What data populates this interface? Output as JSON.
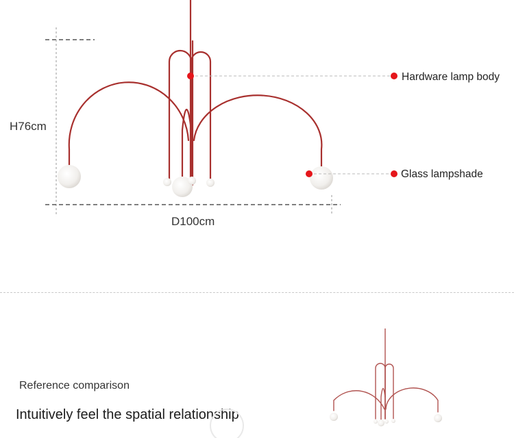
{
  "dimensions": {
    "height_label": "H76cm",
    "diameter_label": "D100cm"
  },
  "callouts": [
    {
      "label": "Hardware lamp body",
      "color": "#e5161b"
    },
    {
      "label": "Glass lampshade",
      "color": "#e5161b"
    }
  ],
  "reference": {
    "title": "Reference comparison",
    "subtitle": "Intuitively feel the spatial relationship"
  },
  "colors": {
    "lamp_body": "#a8302e",
    "globe": "#f3f1ee",
    "dash": "#333333",
    "callout_dot": "#e5161b"
  }
}
